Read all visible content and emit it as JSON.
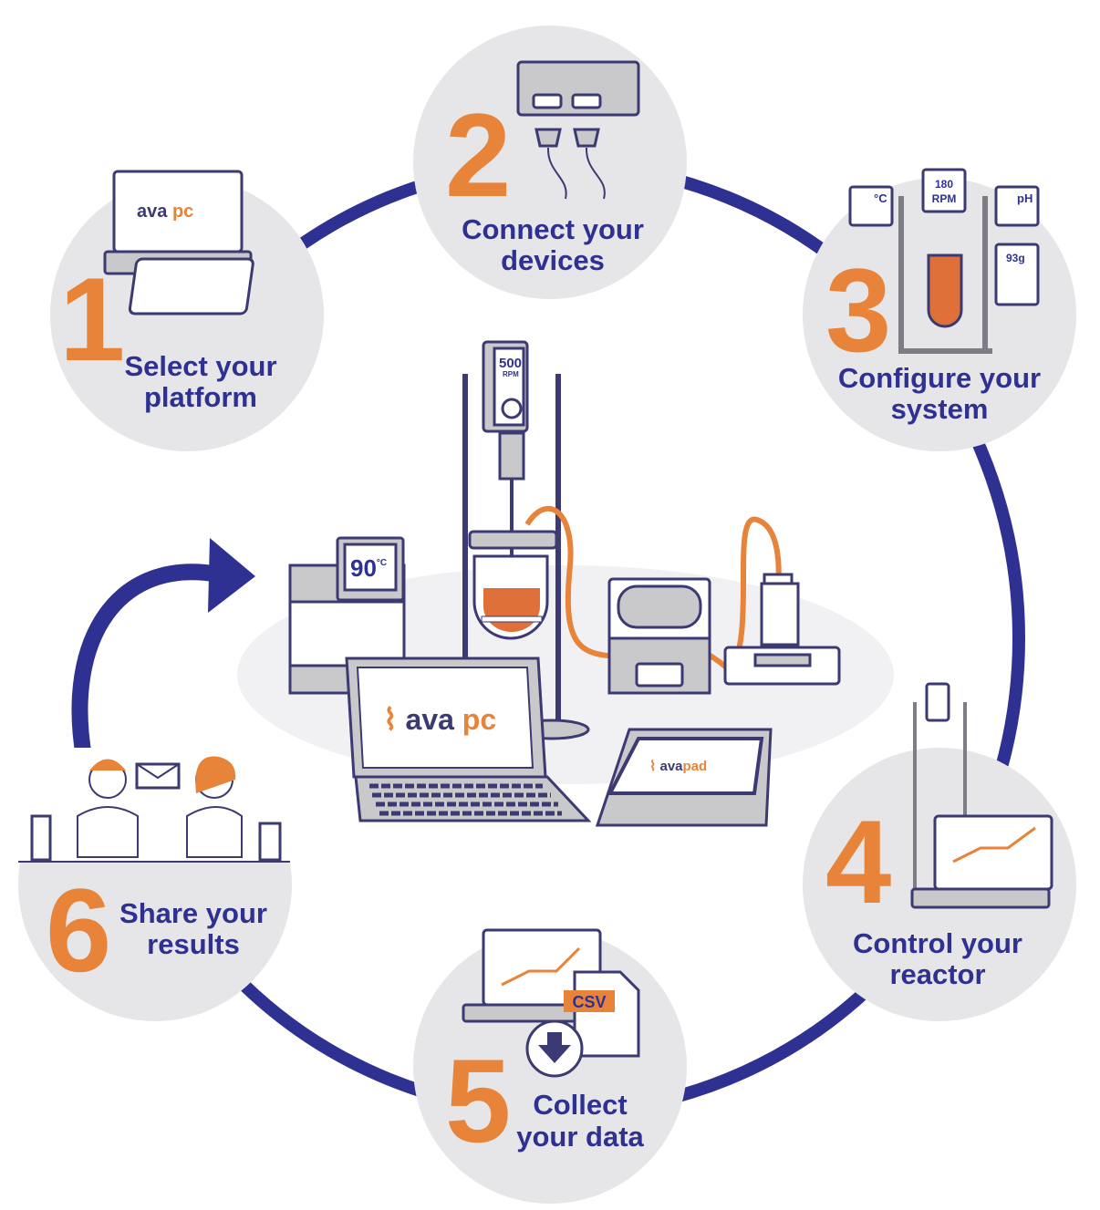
{
  "colors": {
    "ring": "#2e3192",
    "accent": "#e8833a",
    "circle": "#e6e6e8",
    "text": "#2e3192"
  },
  "steps": [
    {
      "number": "1",
      "line1": "Select your",
      "line2": "platform"
    },
    {
      "number": "2",
      "line1": "Connect your",
      "line2": "devices"
    },
    {
      "number": "3",
      "line1": "Configure your",
      "line2": "system"
    },
    {
      "number": "4",
      "line1": "Control your",
      "line2": "reactor"
    },
    {
      "number": "5",
      "line1": "Collect",
      "line2": "your data"
    },
    {
      "number": "6",
      "line1": "Share your",
      "line2": "results"
    }
  ],
  "devices": {
    "stirrer_speed": "180",
    "stirrer_unit": "RPM",
    "temp_probe": "°C",
    "ph_probe": "pH",
    "balance": "93g",
    "center_stirrer": "500",
    "center_stirrer_unit": "RPM",
    "thermostat": "90",
    "thermostat_unit": "°C",
    "brand": "ava",
    "pc": "pc",
    "pad": "pad",
    "csv": "CSV"
  }
}
